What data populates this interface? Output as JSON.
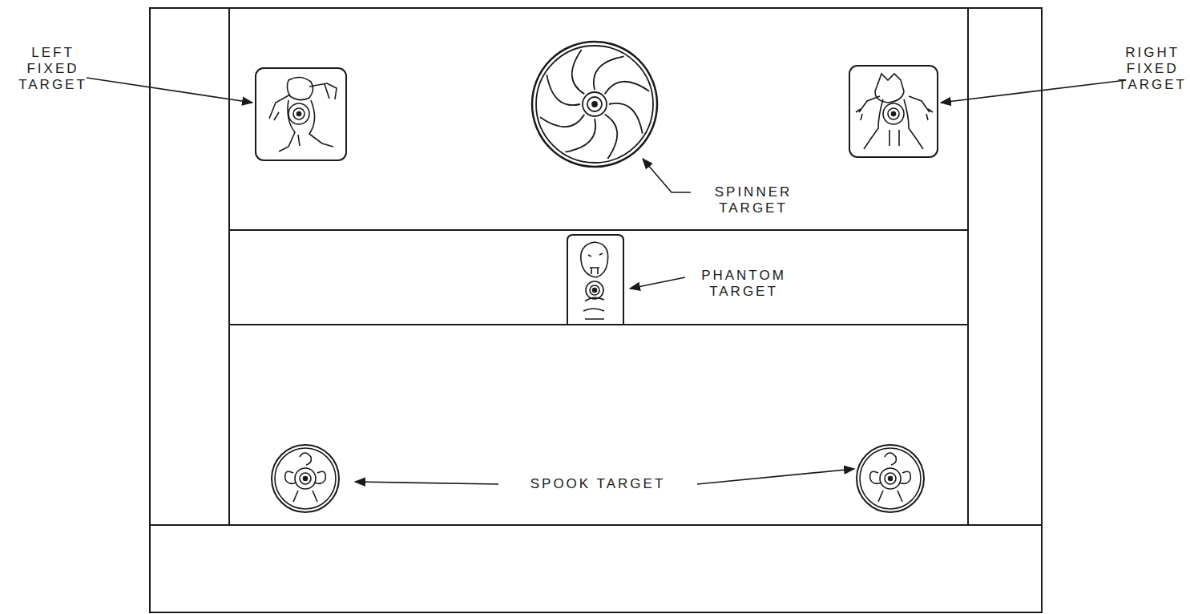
{
  "diagram": {
    "labels": [
      "LEFT FIXED TARGET",
      "RIGHT FIXED TARGET",
      "SPINNER TARGET",
      "PHANTOM TARGET",
      "SPOOK TARGET"
    ]
  }
}
